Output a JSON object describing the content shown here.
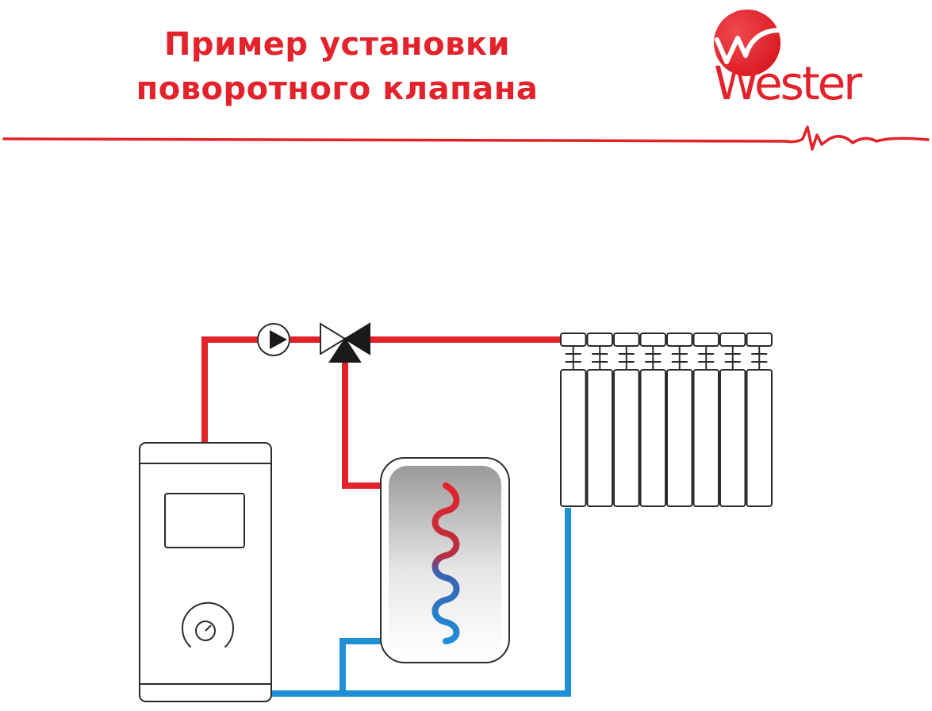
{
  "title": {
    "line1": "Пример установки",
    "line2": "поворотного клапана"
  },
  "logo": {
    "text": "Wester",
    "icon": "wester-logo-icon"
  },
  "colors": {
    "brand_red": "#e3222b",
    "hot_pipe": "#e3222b",
    "cold_pipe": "#1f8fd6",
    "outline": "#2b2b2b",
    "valve": "#1a1a1a"
  },
  "diagram": {
    "components": [
      "boiler",
      "pump",
      "rotary-valve",
      "radiator",
      "water-heater-tank"
    ],
    "radiator_sections": 8,
    "icons": [
      "boiler-icon",
      "thermometer-dial-icon",
      "pump-icon",
      "three-way-valve-icon",
      "radiator-icon",
      "tank-icon",
      "coil-icon"
    ]
  }
}
